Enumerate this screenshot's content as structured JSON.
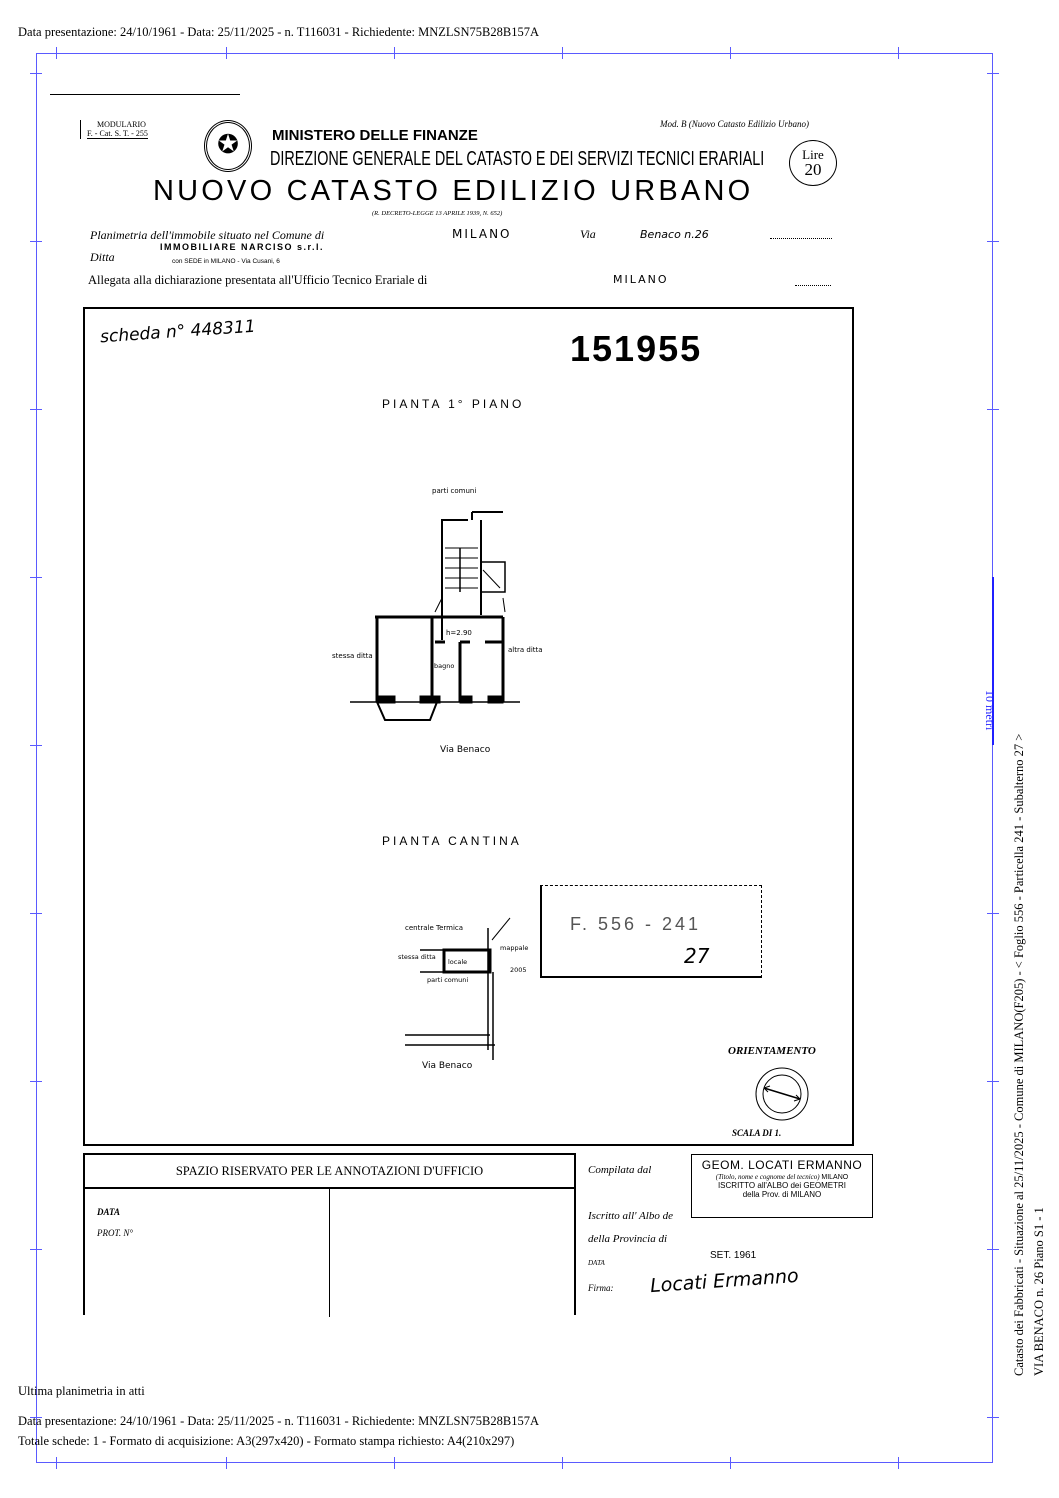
{
  "header": {
    "line": "Data presentazione: 24/10/1961 - Data: 25/11/2025 - n. T116031 - Richiedente: MNZLSN75B28B157A"
  },
  "footer": {
    "note": "Ultima planimetria in atti",
    "line1": "Data presentazione: 24/10/1961 - Data: 25/11/2025 - n. T116031 - Richiedente: MNZLSN75B28B157A",
    "line2": "Totale schede: 1 - Formato di acquisizione: A3(297x420)  - Formato stampa richiesto: A4(210x297)"
  },
  "side": {
    "line1": "Catasto dei Fabbricati - Situazione al 25/11/2025 - Comune di MILANO(F205) - < Foglio 556 - Particella  241 - Subalterno 27 >",
    "line2": "VIA BENACO n. 26 Piano S1 - 1",
    "scale_label": "10 metri"
  },
  "form": {
    "modulario": "MODULARIO",
    "modulario_code": "F. - Cat. S. T. - 255",
    "mod_b": "Mod. B (Nuovo Catasto Edilizio Urbano)",
    "ministry": "MINISTERO DELLE FINANZE",
    "direzione": "DIREZIONE GENERALE DEL CATASTO E DEI SERVIZI TECNICI ERARIALI",
    "title": "NUOVO CATASTO EDILIZIO URBANO",
    "decree": "(R. DECRETO-LEGGE 13 APRILE 1939, N. 652)",
    "lire": "Lire",
    "lire_value": "20",
    "planimetria_label": "Planimetria dell'immobile situato nel Comune di",
    "comune": "MILANO",
    "via_label": "Via",
    "via_value": "Benaco n.26",
    "ditta_label": "Ditta",
    "ditta_value": "IMMOBILIARE NARCISO s.r.l.",
    "ditta_sub": "con SEDE in MILANO - Via Cusani, 6",
    "allegata_label": "Allegata alla dichiarazione presentata all'Ufficio Tecnico Erariale di",
    "ufficio": "MILANO"
  },
  "plan": {
    "scheda": "scheda n° 448311",
    "number": "151955",
    "floor1_title": "PIANTA 1° PIANO",
    "floor1_labels": {
      "parti_comuni": "parti comuni",
      "h": "h=2.90",
      "bagno": "bagno",
      "stessa_ditta": "stessa ditta",
      "altra_ditta": "altra ditta",
      "via": "Via Benaco"
    },
    "cantina_title": "PIANTA CANTINA",
    "cantina_labels": {
      "centrale": "centrale Termica",
      "stessa_ditta": "stessa ditta",
      "locale": "locale",
      "parti_comuni": "parti comuni",
      "mappale": "mappale",
      "num": "2005",
      "via": "Via Benaco"
    },
    "stamp_line1": "F. 556 - 241",
    "stamp_line2": "27",
    "orientamento": "ORIENTAMENTO",
    "scala": "SCALA DI 1."
  },
  "office": {
    "title": "SPAZIO RISERVATO PER LE ANNOTAZIONI D'UFFICIO",
    "data": "DATA",
    "prot": "PROT. N°"
  },
  "signature": {
    "compilata": "Compilata dal",
    "stamp1": "GEOM. LOCATI ERMANNO",
    "titolo": "(Titolo, nome e cognome del tecnico)",
    "stamp_city": "MILANO",
    "stamp2": "ISCRITTO all'ALBO dei GEOMETRI",
    "stamp3": "della Prov. di MILANO",
    "iscritto": "Iscritto all' Albo de",
    "provincia": "della Provincia di",
    "data_label": "DATA",
    "data_value": "SET. 1961",
    "firma_label": "Firma:",
    "firma": "Locati Ermanno"
  }
}
